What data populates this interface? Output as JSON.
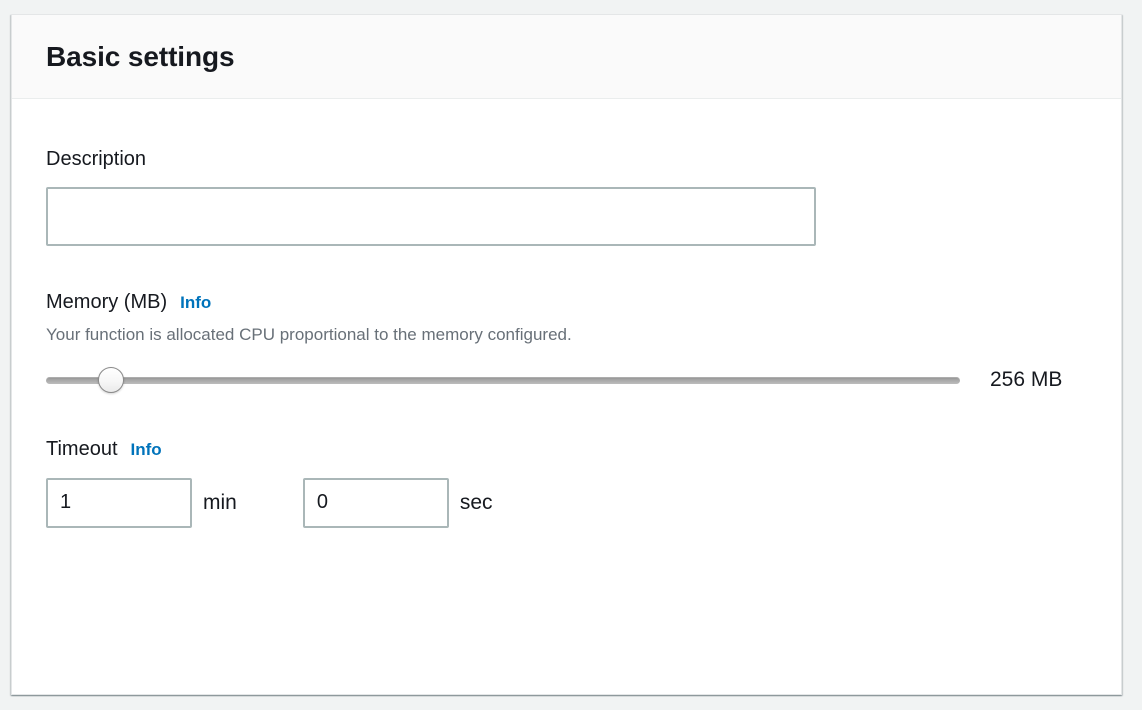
{
  "panel": {
    "title": "Basic settings"
  },
  "description": {
    "label": "Description",
    "value": "",
    "placeholder": ""
  },
  "memory": {
    "label": "Memory (MB)",
    "info_label": "Info",
    "hint": "Your function is allocated CPU proportional to the memory configured.",
    "value_display": "256 MB",
    "value": 256,
    "min": 128,
    "max": 3008,
    "step": 64,
    "thumb_percent": 5.9
  },
  "timeout": {
    "label": "Timeout",
    "info_label": "Info",
    "minutes_value": "1",
    "minutes_unit": "min",
    "seconds_value": "0",
    "seconds_unit": "sec"
  },
  "colors": {
    "page_background": "#f1f3f3",
    "panel_background": "#ffffff",
    "header_background": "#fafafa",
    "title_text": "#16191f",
    "hint_text": "#687078",
    "link_blue": "#0073bb",
    "input_border": "#aab7b8",
    "slider_track": "#a4a4a4"
  }
}
